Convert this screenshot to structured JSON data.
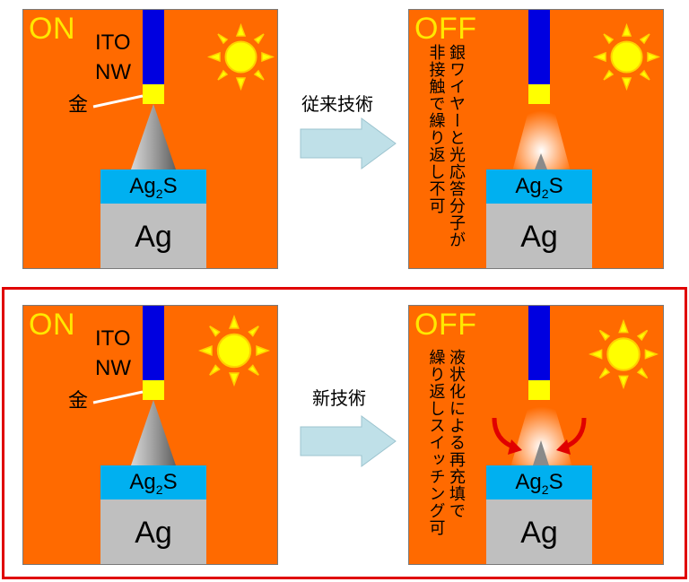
{
  "panels": {
    "top_on": {
      "state": "ON",
      "ito": "ITO",
      "nw": "NW",
      "gold": "金",
      "ag2s_main": "Ag",
      "ag2s_sub": "2",
      "ag2s_tail": "S",
      "ag": "Ag"
    },
    "top_off": {
      "state": "OFF",
      "note_col1": "銀ワイヤーと光応答分子が",
      "note_col2": "非接触で繰り返し不可",
      "ag2s_main": "Ag",
      "ag2s_sub": "2",
      "ag2s_tail": "S",
      "ag": "Ag"
    },
    "bottom_on": {
      "state": "ON",
      "ito": "ITO",
      "nw": "NW",
      "gold": "金",
      "ag2s_main": "Ag",
      "ag2s_sub": "2",
      "ag2s_tail": "S",
      "ag": "Ag"
    },
    "bottom_off": {
      "state": "OFF",
      "note_col1": "液状化による再充填で",
      "note_col2": "繰り返しスイッチング可",
      "ag2s_main": "Ag",
      "ag2s_sub": "2",
      "ag2s_tail": "S",
      "ag": "Ag"
    }
  },
  "transitions": {
    "top": "従来技術",
    "bottom": "新技術"
  },
  "colors": {
    "panel_bg": "#ff6a00",
    "nanowire": "#0000e0",
    "gold": "#ffff00",
    "ag2s": "#00b0f0",
    "ag": "#bfbfbf",
    "sun": "#ffff00",
    "highlight_frame": "#e00000",
    "arrow": "#bfe0e8"
  }
}
